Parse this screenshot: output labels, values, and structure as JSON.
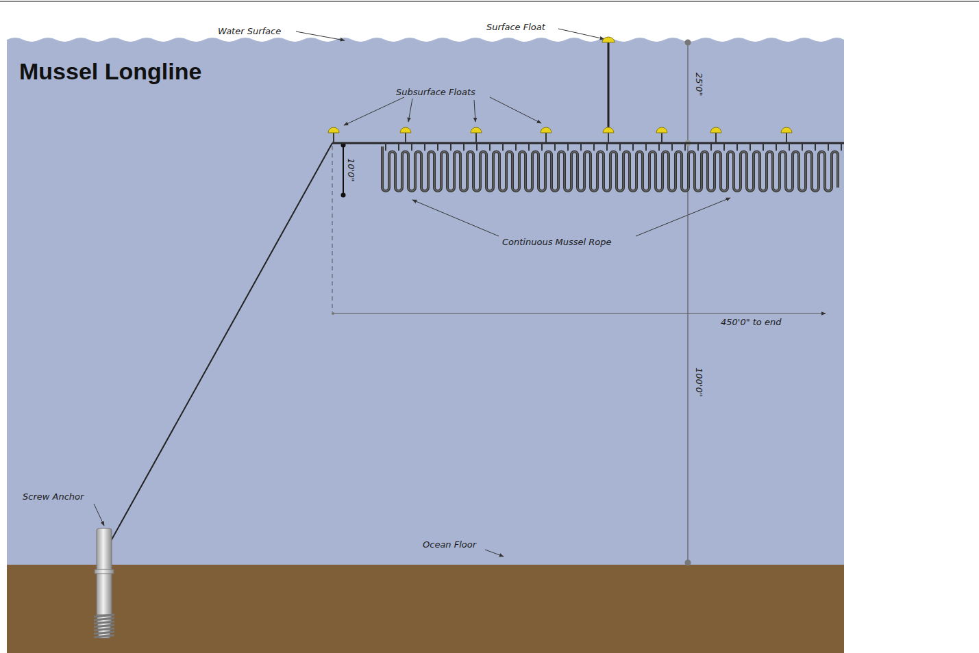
{
  "diagram": {
    "title": "Mussel Longline",
    "labels": [
      "Water Surface",
      "Surface Float",
      "25'0\"",
      "Subsurface Floats",
      "10'0\"",
      "Continuous Mussel Rope",
      "450'0\" to end",
      "100'0\"",
      "Screw Anchor",
      "Ocean Floor"
    ]
  }
}
